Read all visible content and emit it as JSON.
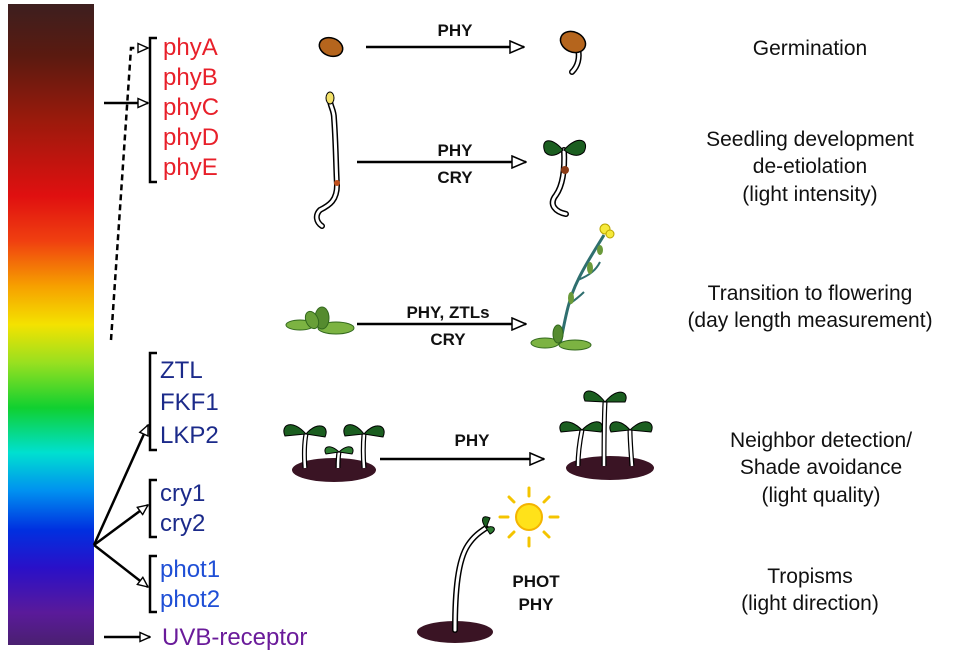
{
  "receptors": {
    "phytochromes": [
      "phyA",
      "phyB",
      "phyC",
      "phyD",
      "phyE"
    ],
    "ztl_family": [
      "ZTL",
      "FKF1",
      "LKP2"
    ],
    "cryptochromes": [
      "cry1",
      "cry2"
    ],
    "phototropins": [
      "phot1",
      "phot2"
    ],
    "uvb": "UVB-receptor"
  },
  "processes": [
    {
      "agents": [
        "PHY"
      ],
      "response": [
        "Germination"
      ]
    },
    {
      "agents": [
        "PHY",
        "CRY"
      ],
      "response": [
        "Seedling development",
        "de-etiolation",
        "(light intensity)"
      ]
    },
    {
      "agents": [
        "PHY, ZTLs",
        "CRY"
      ],
      "response": [
        "Transition to flowering",
        "(day length measurement)"
      ]
    },
    {
      "agents": [
        "PHY"
      ],
      "response": [
        "Neighbor detection/",
        "Shade avoidance",
        "(light quality)"
      ]
    },
    {
      "agents": [
        "PHOT",
        "PHY"
      ],
      "response": [
        "Tropisms",
        "(light direction)"
      ]
    }
  ],
  "colors": {
    "phytochrome": "#e8202a",
    "blue_receptor_dark": "#1b2a8a",
    "phototropin": "#1f4fd6",
    "uvb": "#6a1b9a",
    "soil": "#3a1424",
    "leaf": "#2e7d32"
  }
}
